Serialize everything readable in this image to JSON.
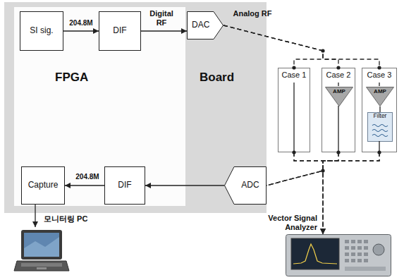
{
  "diagram": {
    "nodes": [
      {
        "text": [
          "Board"
        ]
      },
      {
        "text": [
          "FPGA"
        ],
        "in": 0
      },
      {
        "text": [
          "SI sig."
        ],
        "in": 1
      },
      {
        "text": [
          "DIF"
        ],
        "in": 1
      },
      {
        "text": [
          "DAC"
        ],
        "in": 0
      },
      {
        "text": [
          "Case 1"
        ]
      },
      {
        "text": [
          "Case 2"
        ]
      },
      {
        "text": [
          "AMP"
        ],
        "in": 6
      },
      {
        "text": [
          "Case 3"
        ]
      },
      {
        "text": [
          "AMP"
        ],
        "in": 8
      },
      {
        "text": [
          "Filter"
        ],
        "in": 8
      },
      {
        "text": [
          "ADC"
        ],
        "in": 0
      },
      {
        "text": [
          "DIF"
        ],
        "in": 1
      },
      {
        "text": [
          "Capture"
        ],
        "in": 1
      },
      {
        "text": [
          "모니터링 PC"
        ]
      },
      {
        "text": [
          "Vector Signal Analyzer"
        ]
      }
    ],
    "edges": [
      {
        "from": 2,
        "to": 3,
        "arrow": "to",
        "label": "204.8M"
      },
      {
        "from": 3,
        "to": 4,
        "arrow": "to",
        "label": "Digital RF"
      },
      {
        "from": 4,
        "to": 5,
        "arrow": "none",
        "label": "Analog RF"
      },
      {
        "from": 4,
        "to": 6,
        "arrow": "none"
      },
      {
        "from": 4,
        "to": 8,
        "arrow": "none"
      },
      {
        "from": 9,
        "to": 10,
        "arrow": "none"
      },
      {
        "from": 5,
        "to": 11,
        "arrow": "none"
      },
      {
        "from": 6,
        "to": 11,
        "arrow": "none"
      },
      {
        "from": 8,
        "to": 11,
        "arrow": "none"
      },
      {
        "from": 5,
        "to": 15,
        "arrow": "to"
      },
      {
        "from": 6,
        "to": 15,
        "arrow": "to"
      },
      {
        "from": 8,
        "to": 15,
        "arrow": "to"
      },
      {
        "from": 11,
        "to": 12,
        "arrow": "to"
      },
      {
        "from": 12,
        "to": 13,
        "arrow": "to",
        "label": "204.8M"
      },
      {
        "from": 13,
        "to": 14,
        "arrow": "to"
      }
    ]
  }
}
